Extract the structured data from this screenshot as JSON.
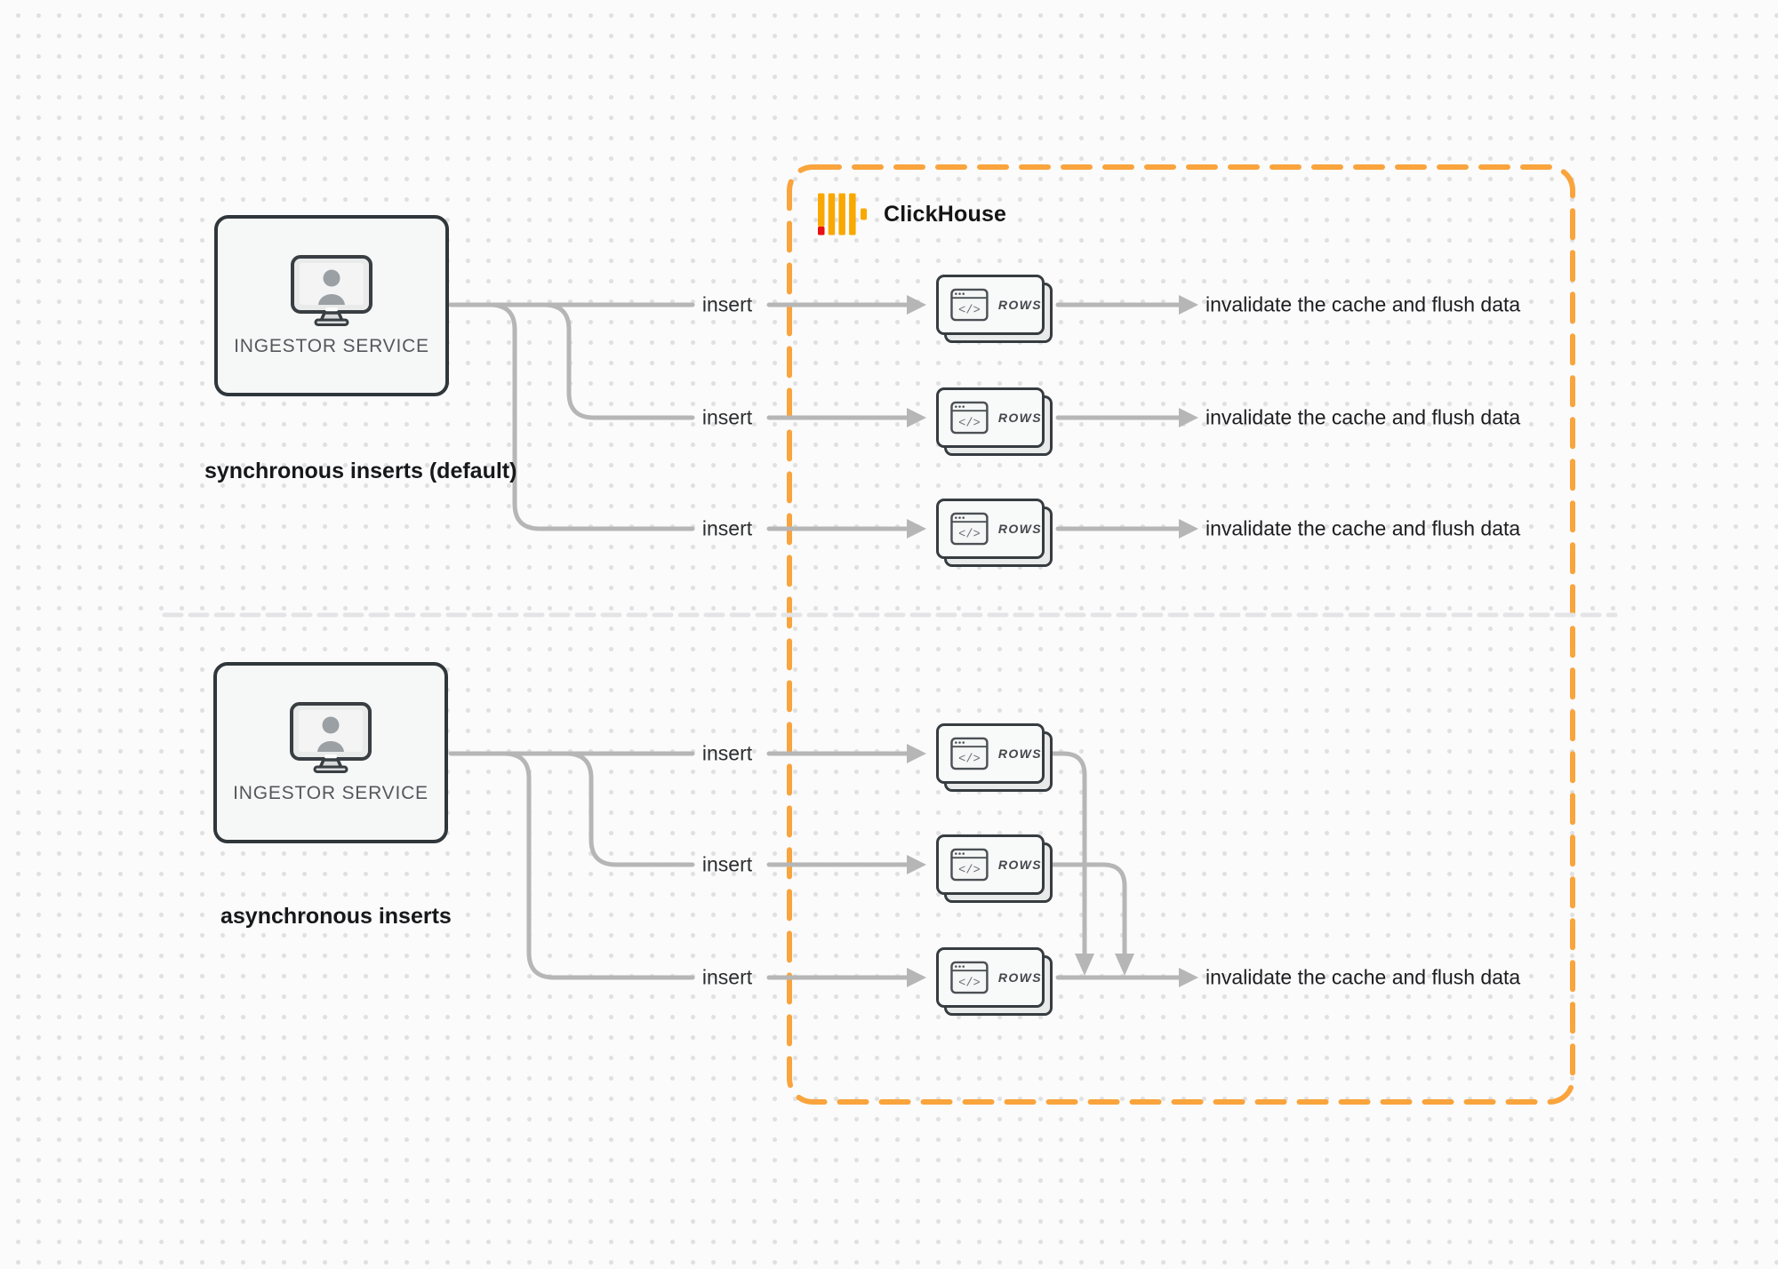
{
  "clickhouse": {
    "label": "ClickHouse"
  },
  "icons": {
    "code_glyph": "</>"
  },
  "sync": {
    "service_label": "INGESTOR SERVICE",
    "caption": "synchronous inserts (default)",
    "rows": [
      {
        "insert": "insert",
        "rows_label": "ROWS",
        "outcome": "invalidate the cache and flush data"
      },
      {
        "insert": "insert",
        "rows_label": "ROWS",
        "outcome": "invalidate the cache and flush data"
      },
      {
        "insert": "insert",
        "rows_label": "ROWS",
        "outcome": "invalidate the cache and flush data"
      }
    ]
  },
  "async": {
    "service_label": "INGESTOR SERVICE",
    "caption": "asynchronous inserts",
    "rows": [
      {
        "insert": "insert",
        "rows_label": "ROWS"
      },
      {
        "insert": "insert",
        "rows_label": "ROWS"
      },
      {
        "insert": "insert",
        "rows_label": "ROWS"
      }
    ],
    "outcome": "invalidate the cache and flush data"
  },
  "colors": {
    "accent_orange": "#f9a43c",
    "logo_yellow": "#f9a800",
    "logo_red": "#ea0f10",
    "line_gray": "#b6b6b6"
  }
}
